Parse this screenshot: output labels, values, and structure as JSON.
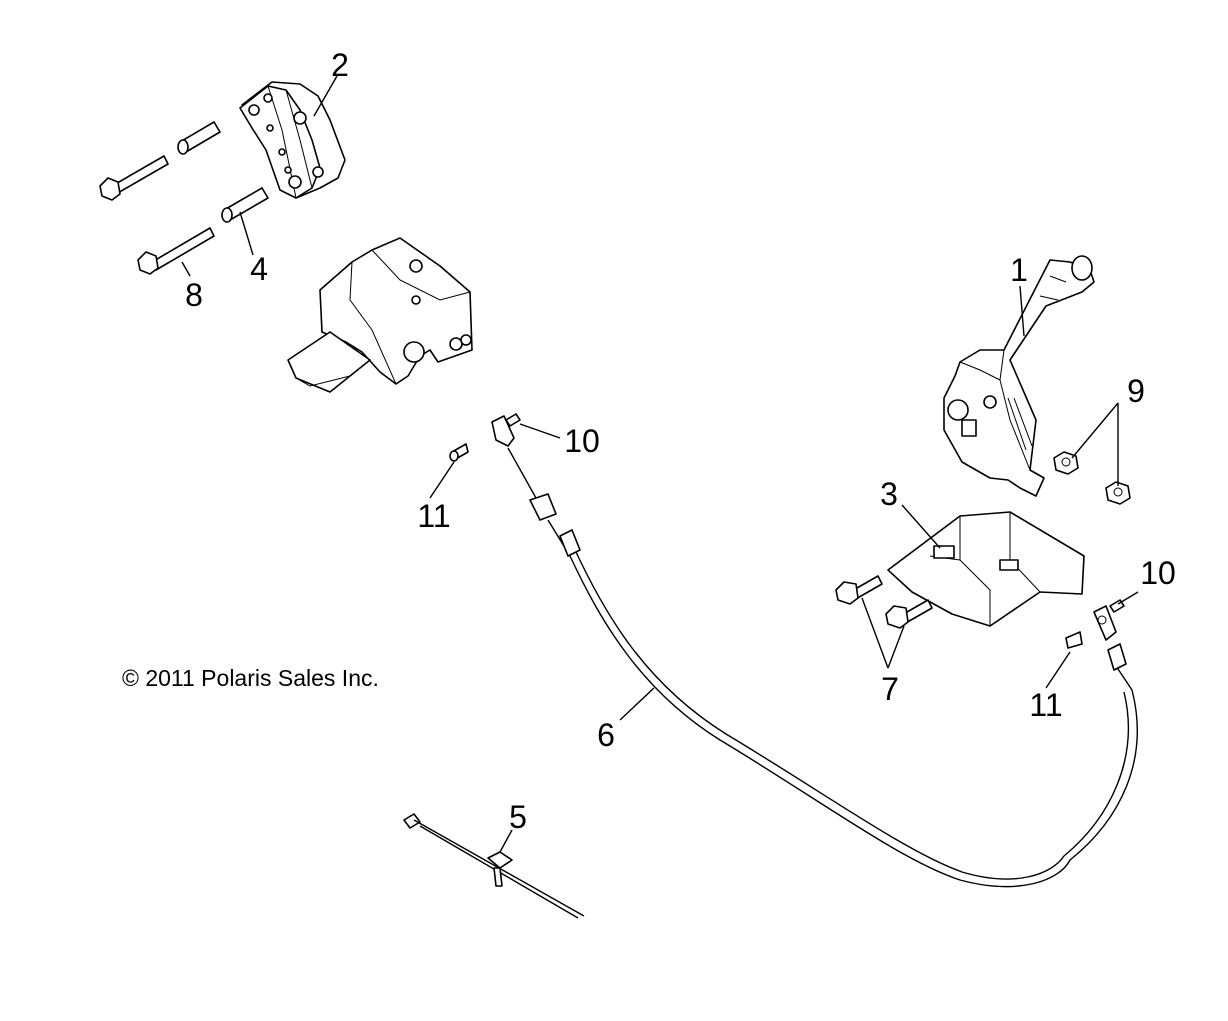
{
  "copyright": "© 2011 Polaris Sales Inc.",
  "callouts": {
    "c1": "1",
    "c2": "2",
    "c3": "3",
    "c4": "4",
    "c5": "5",
    "c6": "6",
    "c7": "7",
    "c8": "8",
    "c9": "9",
    "c10a": "10",
    "c10b": "10",
    "c11a": "11",
    "c11b": "11"
  }
}
